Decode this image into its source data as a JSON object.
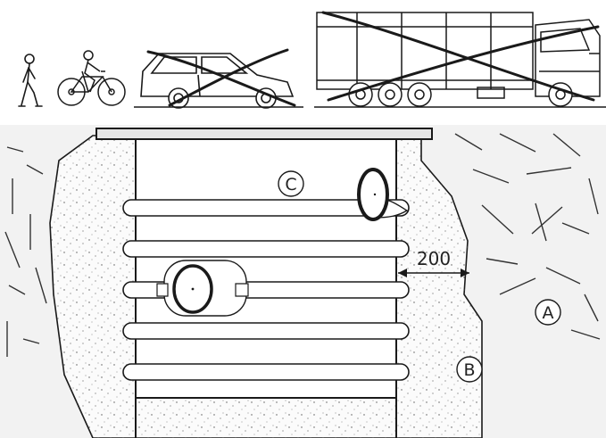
{
  "labels": {
    "a": "A",
    "b": "B",
    "c": "C",
    "dimension": "200"
  },
  "colors": {
    "line": "#1a1a1a",
    "fill_soil": "#f4f4f4",
    "fill_backfill": "#fafafa",
    "fill_tank": "#ffffff"
  },
  "icons": [
    "pedestrian-icon",
    "bicycle-icon",
    "car-icon",
    "truck-icon",
    "cross-out-icon"
  ]
}
